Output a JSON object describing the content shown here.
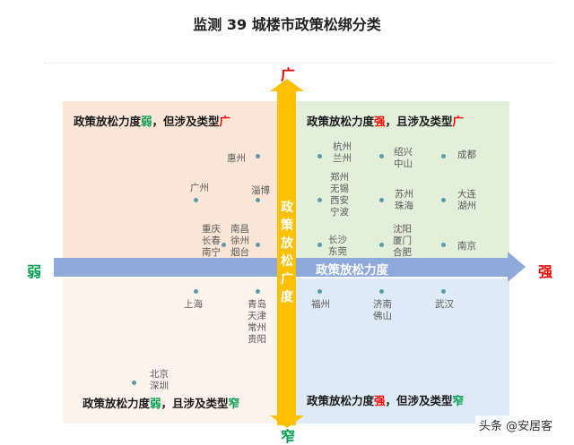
{
  "title": "监测 39 城楼市政策松绑分类",
  "axes": {
    "vertical_label": "政策放松广度",
    "horizontal_label": "政策放松力度",
    "end_wide": "广",
    "end_narrow": "窄",
    "end_weak": "弱",
    "end_strong": "强"
  },
  "quadrants": {
    "top_left": {
      "pre": "政策放松力度",
      "hl1": "弱",
      "mid": "，但涉及类型",
      "hl2": "广"
    },
    "top_right": {
      "pre": "政策放松力度",
      "hl1": "强",
      "mid": "，且涉及类型",
      "hl2": "广"
    },
    "bottom_left": {
      "pre": "政策放松力度",
      "hl1": "弱",
      "mid": "，且涉及类型",
      "hl2": "窄"
    },
    "bottom_right": {
      "pre": "政策放松力度",
      "hl1": "强",
      "mid": "，但涉及类型",
      "hl2": "窄"
    }
  },
  "cities": [
    {
      "id": "huizhou",
      "text": "惠州"
    },
    {
      "id": "guangzhou",
      "text": "广州"
    },
    {
      "id": "zibo",
      "text": "淄博"
    },
    {
      "id": "chongqing",
      "text": "重庆\n长春\n南宁"
    },
    {
      "id": "nanchang",
      "text": "南昌\n徐州\n烟台"
    },
    {
      "id": "hangzhou",
      "text": "杭州\n兰州"
    },
    {
      "id": "shaoxing",
      "text": "绍兴\n中山"
    },
    {
      "id": "chengdu",
      "text": "成都"
    },
    {
      "id": "zhengzhou",
      "text": "郑州\n无锡\n西安\n宁波"
    },
    {
      "id": "suzhou",
      "text": "苏州\n珠海"
    },
    {
      "id": "dalian",
      "text": "大连\n湖州"
    },
    {
      "id": "changsha",
      "text": "长沙\n东莞"
    },
    {
      "id": "shenyang",
      "text": "沈阳\n厦门\n合肥"
    },
    {
      "id": "nanjing",
      "text": "南京"
    },
    {
      "id": "shanghai",
      "text": "上海"
    },
    {
      "id": "qingdao",
      "text": "青岛\n天津\n常州\n贵阳"
    },
    {
      "id": "beijing",
      "text": "北京\n深圳"
    },
    {
      "id": "fuzhou",
      "text": "福州"
    },
    {
      "id": "jinan",
      "text": "济南\n佛山"
    },
    {
      "id": "wuhan",
      "text": "武汉"
    }
  ],
  "watermark": "头条 @安居客"
}
